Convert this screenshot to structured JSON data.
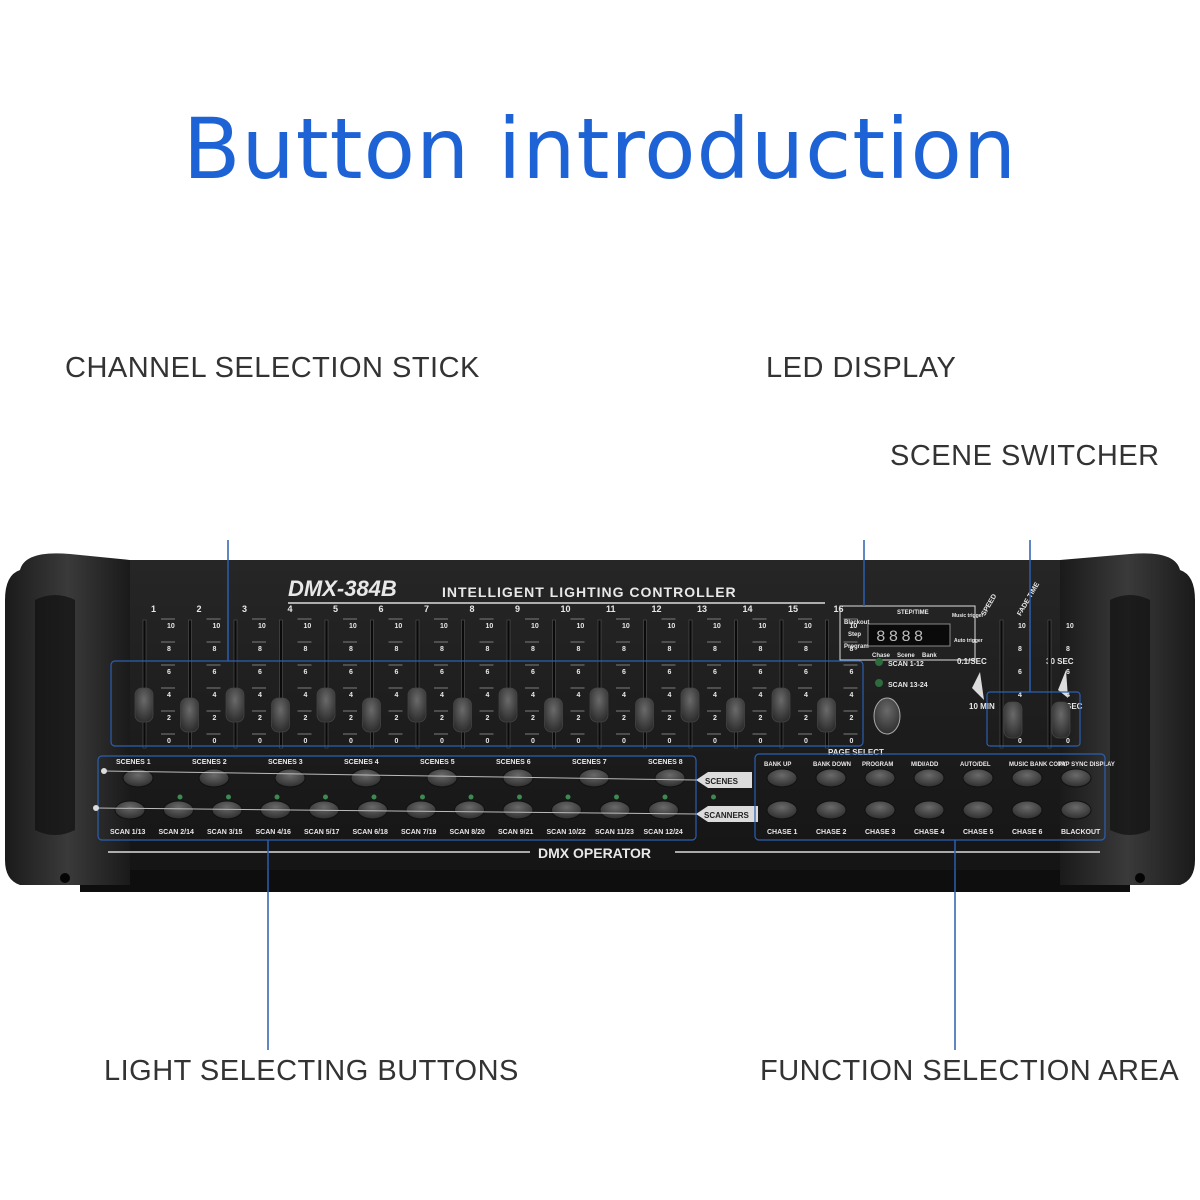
{
  "title": "Button introduction",
  "callouts": {
    "channel_stick": "CHANNEL SELECTION STICK",
    "led_display": "LED DISPLAY",
    "scene_switcher": "SCENE SWITCHER",
    "light_buttons": "LIGHT SELECTING BUTTONS",
    "function_area": "FUNCTION SELECTION AREA"
  },
  "device": {
    "model": "DMX-384B",
    "subtitle": "INTELLIGENT LIGHTING CONTROLLER",
    "operator": "DMX OPERATOR",
    "channels": [
      "1",
      "2",
      "3",
      "4",
      "5",
      "6",
      "7",
      "8",
      "9",
      "10",
      "11",
      "12",
      "13",
      "14",
      "15",
      "16"
    ],
    "fader_scale": [
      "10",
      "8",
      "6",
      "4",
      "2",
      "0"
    ],
    "display_labels": [
      "Blackout",
      "Step",
      "Program",
      "STEP/TIME",
      "Music trigger",
      "Chase",
      "Scene",
      "Bank",
      "Auto trigger"
    ],
    "display_value": "8888",
    "scan_labels": [
      "SCAN 1-12",
      "SCAN 13-24"
    ],
    "page_select": "PAGE SELECT",
    "speed": "SPEED",
    "fade_time": "FADE TIME",
    "speed_min": "0.1/SEC",
    "speed_max": "10 MIN",
    "fade_min": "30 SEC",
    "fade_max": "SEC",
    "scenes": [
      "SCENES 1",
      "SCENES 2",
      "SCENES 3",
      "SCENES 4",
      "SCENES 5",
      "SCENES 6",
      "SCENES 7",
      "SCENES 8"
    ],
    "scans": [
      "SCAN 1/13",
      "SCAN 2/14",
      "SCAN 3/15",
      "SCAN 4/16",
      "SCAN 5/17",
      "SCAN 6/18",
      "SCAN 7/19",
      "SCAN 8/20",
      "SCAN 9/21",
      "SCAN 10/22",
      "SCAN 11/23",
      "SCAN 12/24"
    ],
    "mode_tabs": [
      "SCENES",
      "SCANNERS"
    ],
    "functions_top": [
      "BANK UP",
      "BANK DOWN",
      "PROGRAM",
      "MIDI/ADD",
      "AUTO/DEL",
      "MUSIC BANK COPY",
      "TAP SYNC DISPLAY"
    ],
    "functions_bottom": [
      "CHASE 1",
      "CHASE 2",
      "CHASE 3",
      "CHASE 4",
      "CHASE 5",
      "CHASE 6",
      "BLACKOUT"
    ]
  },
  "colors": {
    "title": "#1d63d6",
    "callout_line": "#2b5fb0",
    "body": "#1c1c1c"
  }
}
